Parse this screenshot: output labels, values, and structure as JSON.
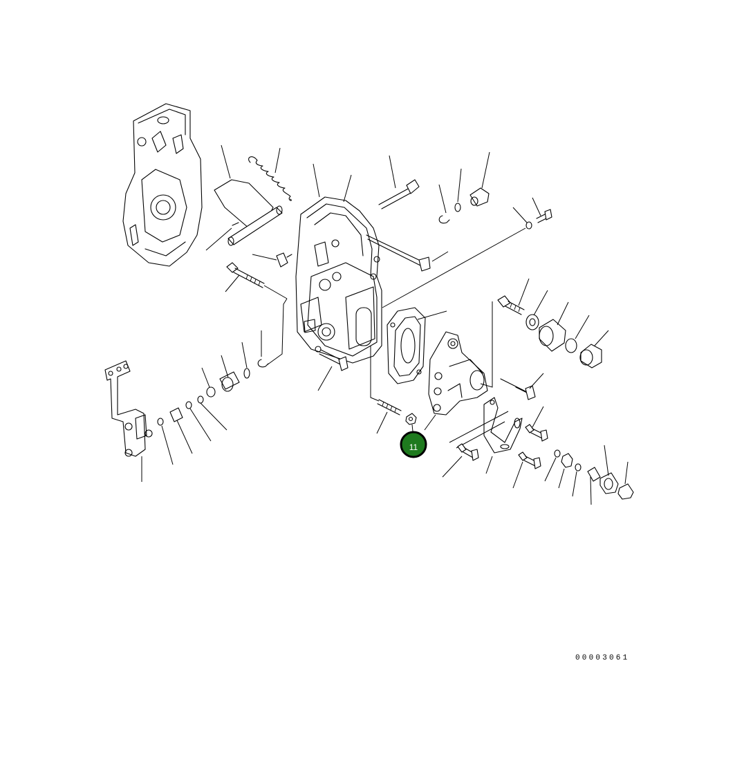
{
  "callouts": [
    {
      "label": "11",
      "part": "nut"
    }
  ],
  "drawing_number": "00003061",
  "colors": {
    "callout_fill": "#1e7a1e",
    "line": "#000000",
    "background": "#ffffff"
  }
}
